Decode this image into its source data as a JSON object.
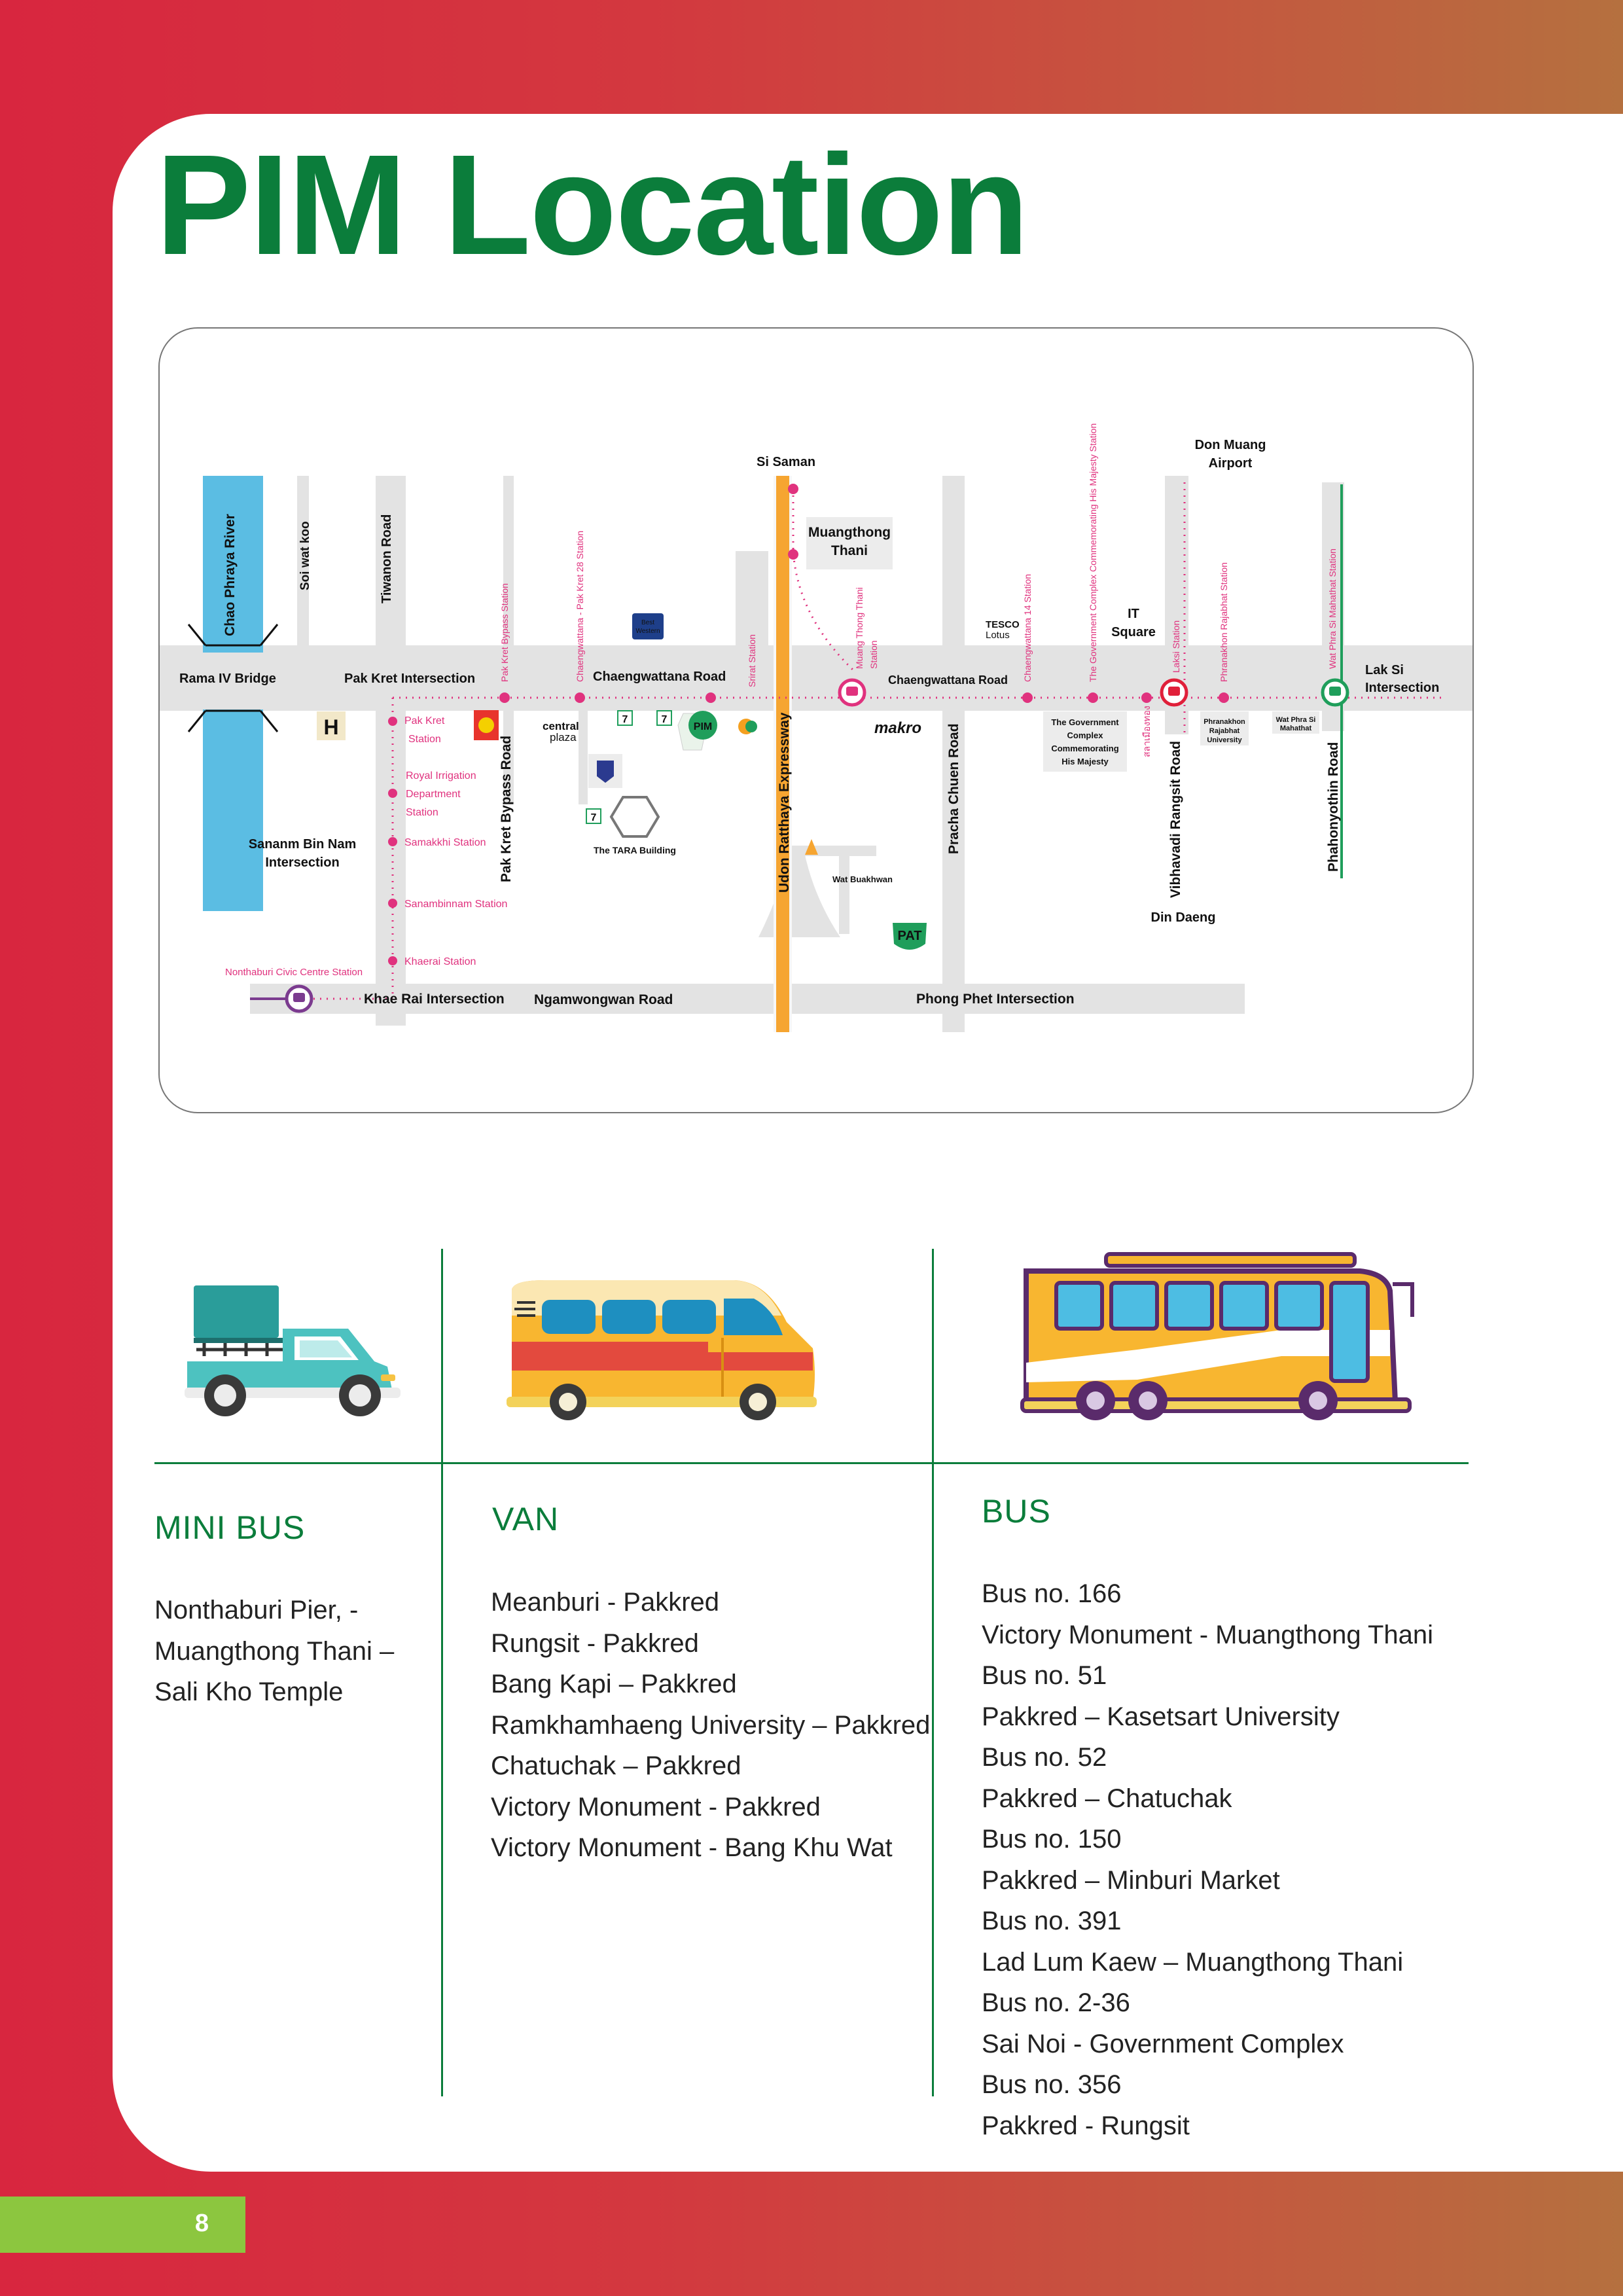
{
  "page": {
    "title": "PIM Location",
    "page_number": "8"
  },
  "colors": {
    "brand_green": "#0b7d3b",
    "footer_green": "#8cc63f",
    "map_pink": "#e0327e",
    "expressway_orange": "#f6a531",
    "river_blue": "#5bbde3",
    "road_gray": "#e3e3e3"
  },
  "map": {
    "roads": {
      "chaengwattana_1": "Chaengwattana Road",
      "chaengwattana_2": "Chaengwattana Road",
      "tiwanon": "Tiwanon Road",
      "soi_wat_koo": "Soi wat koo",
      "pak_kret_bypass": "Pak Kret Bypass Road",
      "udon_ratthaya": "Udon Ratthaya Expressway",
      "pracha_chuen": "Pracha Chuen Road",
      "vibhavadi": "Vibhavadi Rangsit Road",
      "phahonyothin": "Phahonyothin Road",
      "ngamwongwan": "Ngamwongwan Road",
      "river": "Chao Phraya River"
    },
    "places": {
      "rama_iv_bridge": "Rama IV Bridge",
      "pak_kret_intersection": "Pak Kret Intersection",
      "si_saman": "Si Saman",
      "muangthong_thani": [
        "Muangthong",
        "Thani"
      ],
      "don_muang": [
        "Don Muang",
        "Airport"
      ],
      "it_square": [
        "IT",
        "Square"
      ],
      "lak_si": [
        "Lak Si",
        "Intersection"
      ],
      "sananm_bin_nam": [
        "Sananm Bin Nam",
        "Intersection"
      ],
      "tara_building": "The TARA Building",
      "wat_buakhwan": "Wat Buakhwan",
      "din_daeng": "Din Daeng",
      "khae_rai_intersection": "Khae Rai Intersection",
      "phong_phet_intersection": "Phong Phet Intersection",
      "government_complex": [
        "The Government",
        "Complex",
        "Commemorating",
        "His Majesty"
      ],
      "phranakhon_rajabhat": [
        "Phranakhon",
        "Rajabhat",
        "University"
      ],
      "wat_phra_si_mahathat": [
        "Wat Phra Si",
        "Mahathat"
      ],
      "pat": "PAT",
      "makro": "makro",
      "tesco": [
        "TESCO",
        "Lotus"
      ],
      "central": [
        "central",
        "plaza"
      ],
      "best_western": [
        "Best",
        "Western"
      ],
      "pim_logo": "PIM",
      "hotel": "H",
      "seven_eleven": "7",
      "thai_sign": "สลาเมืองทอง"
    },
    "stations": {
      "pak_kret_bypass": "Pak Kret Bypass Station",
      "chaengwattana_pak_kret_28": "Chaengwattana - Pak Kret 28 Station",
      "srirat": "Srirat Station",
      "muang_thong_thani": [
        "Muang Thong Thani",
        "Station"
      ],
      "chaengwattana_14": "Chaengwattana 14 Station",
      "government_complex": "The Government Complex Commemorating His Majesty Station",
      "laksi": "Laksi Station",
      "phranakhon_rajabhat": "Phranakhon Rajabhat Station",
      "wat_phra_si_mahathat": "Wat Phra Si Mahathat Station",
      "pak_kret": [
        "Pak Kret",
        "Station"
      ],
      "royal_irrigation": [
        "Royal Irrigation",
        "Department",
        "Station"
      ],
      "samakkhi": "Samakkhi Station",
      "sanambinnam": "Sanambinnam Station",
      "khaerai": "Khaerai Station",
      "nonthaburi_civic_centre": "Nonthaburi Civic Centre Station"
    }
  },
  "transport": {
    "minibus": {
      "title": "MINI BUS",
      "icon": "mini-truck-icon",
      "routes": [
        "Nonthaburi Pier, -",
        "Muangthong Thani –",
        "Sali Kho Temple"
      ]
    },
    "van": {
      "title": "VAN",
      "icon": "van-icon",
      "routes": [
        "Meanburi - Pakkred",
        "Rungsit - Pakkred",
        "Bang Kapi – Pakkred",
        "Ramkhamhaeng University – Pakkred",
        "Chatuchak – Pakkred",
        "Victory Monument - Pakkred",
        "Victory Monument - Bang Khu Wat"
      ]
    },
    "bus": {
      "title": "BUS",
      "icon": "bus-icon",
      "routes": [
        "Bus no. 166",
        "Victory Monument - Muangthong Thani",
        "Bus no. 51",
        "Pakkred – Kasetsart University",
        "Bus no. 52",
        "Pakkred – Chatuchak",
        "Bus no. 150",
        "Pakkred – Minburi Market",
        "Bus no. 391",
        "Lad Lum Kaew – Muangthong Thani",
        "Bus no. 2-36",
        "Sai Noi - Government Complex",
        "Bus no. 356",
        "Pakkred -  Rungsit"
      ]
    }
  }
}
